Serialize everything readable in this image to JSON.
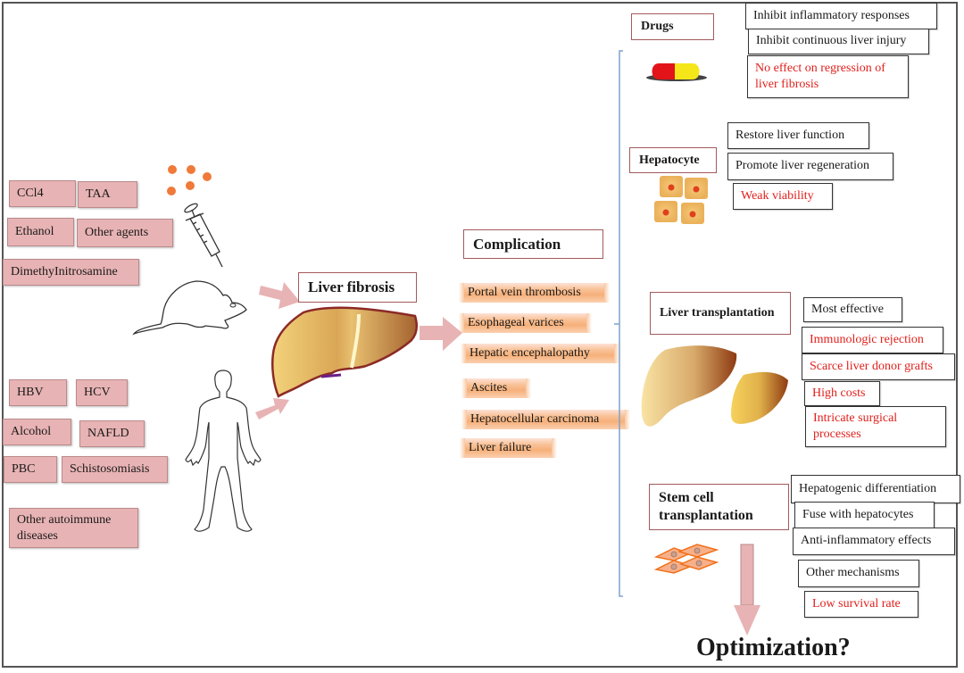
{
  "title": "Liver fibrosis",
  "colors": {
    "cause_box_fill": "#e8b3b4",
    "title_box_border": "#a35a5c",
    "arrow_fill": "#e8b3b4",
    "limitation_text": "#e0201c",
    "bracket": "#7ea3cc"
  },
  "causes": {
    "animal_model": {
      "icons": [
        "chemical-dots-icon",
        "syringe-icon",
        "rat-icon"
      ],
      "agents": [
        "CCl4",
        "TAA",
        "Ethanol",
        "Other agents",
        "DimethyInitrosamine"
      ]
    },
    "human": {
      "icons": [
        "human-body-icon"
      ],
      "etiologies": [
        "HBV",
        "HCV",
        "Alcohol",
        "NAFLD",
        "PBC",
        "Schistosomiasis",
        "Other autoimmune diseases"
      ]
    }
  },
  "center": {
    "label": "Liver fibrosis",
    "icon": "fibrotic-liver-icon"
  },
  "complication": {
    "label": "Complication",
    "items": [
      "Portal vein thrombosis",
      "Esophageal varices",
      "Hepatic encephalopathy",
      "Ascites",
      "Hepatocellular carcinoma",
      "Liver failure"
    ]
  },
  "treatments": [
    {
      "label": "Drugs",
      "icon": "capsule-icon",
      "benefits": [
        "Inhibit inflammatory responses",
        "Inhibit continuous liver injury"
      ],
      "limitations": [
        "No effect on regression of liver fibrosis"
      ]
    },
    {
      "label": "Hepatocyte",
      "icon": "hepatocyte-cells-icon",
      "benefits": [
        "Restore liver function",
        "Promote liver regeneration"
      ],
      "limitations": [
        "Weak viability"
      ]
    },
    {
      "label": "Liver transplantation",
      "icon": "donor-liver-icon",
      "benefits": [
        "Most effective"
      ],
      "limitations": [
        "Immunologic rejection",
        "Scarce liver donor grafts",
        "High costs",
        "Intricate surgical processes"
      ]
    },
    {
      "label": "Stem cell transplantation",
      "icon": "stem-cells-icon",
      "benefits": [
        "Hepatogenic differentiation",
        "Fuse with hepatocytes",
        "Anti-inflammatory effects",
        "Other mechanisms"
      ],
      "limitations": [
        "Low survival rate"
      ]
    }
  ],
  "conclusion": "Optimization?"
}
